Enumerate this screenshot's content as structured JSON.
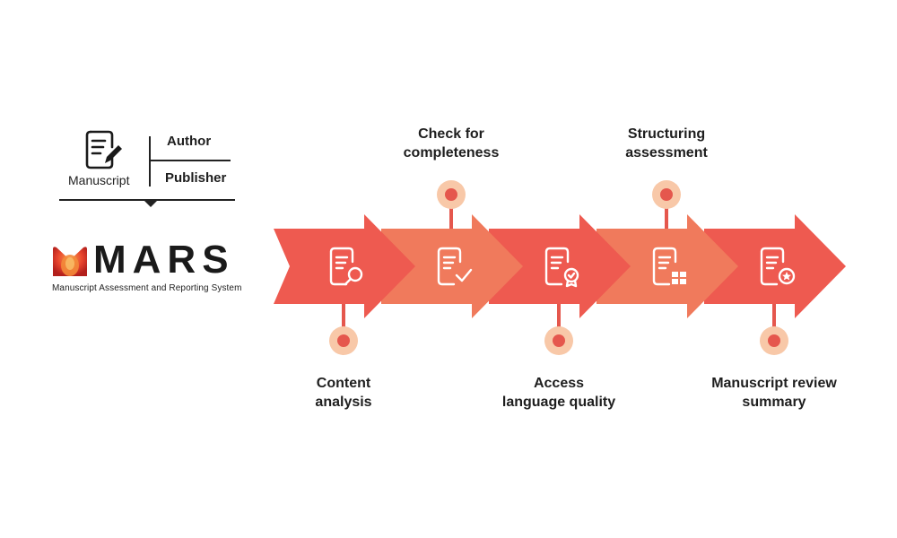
{
  "source": {
    "manuscript_label": "Manuscript",
    "roles": [
      "Author",
      "Publisher"
    ],
    "icon": "document-pen-icon"
  },
  "logo": {
    "wordmark": "MARS",
    "subtitle": "Manuscript Assessment and Reporting System"
  },
  "colors": {
    "arrow_dark": "#ee5a50",
    "arrow_light": "#f07a5c",
    "connector": "#e5574d",
    "halo": "#f8c8a8",
    "icon_stroke": "#ffffff",
    "text": "#1e1e1e"
  },
  "steps": [
    {
      "label": "Content\nanalysis",
      "position": "below",
      "icon": "document-search-icon"
    },
    {
      "label": "Check for\ncompleteness",
      "position": "above",
      "icon": "document-check-icon"
    },
    {
      "label": "Access\nlanguage quality",
      "position": "below",
      "icon": "document-badge-icon"
    },
    {
      "label": "Structuring\nassessment",
      "position": "above",
      "icon": "document-grid-icon"
    },
    {
      "label": "Manuscript review\nsummary",
      "position": "below",
      "icon": "document-star-icon"
    }
  ]
}
